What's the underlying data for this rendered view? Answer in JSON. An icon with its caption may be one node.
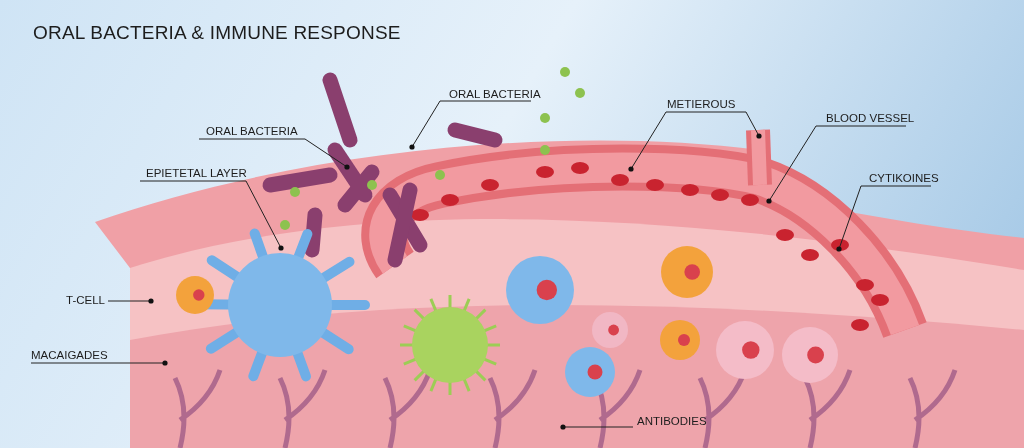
{
  "diagram": {
    "title": "ORAL BACTERIA & IMMUNE RESPONSE",
    "nodes": [
      {
        "text": [
          "ORAL BACTERIA"
        ]
      },
      {
        "text": [
          "ORAL BACTERIA"
        ]
      },
      {
        "text": [
          "EPIETETAL LAYER"
        ]
      },
      {
        "text": [
          "METIEROUS"
        ]
      },
      {
        "text": [
          "BLOOD VESSEL"
        ]
      },
      {
        "text": [
          "CYTIKOINES"
        ]
      },
      {
        "text": [
          "T-CELL"
        ]
      },
      {
        "text": [
          "MACAIGADES"
        ]
      },
      {
        "text": [
          "ANTIBODIES"
        ]
      }
    ],
    "edges": [
      {
        "from": 0,
        "to": null,
        "arrow": "other"
      },
      {
        "from": 1,
        "to": null,
        "arrow": "other"
      },
      {
        "from": 2,
        "to": null,
        "arrow": "other"
      },
      {
        "from": 3,
        "to": null,
        "arrow": "other"
      },
      {
        "from": 3,
        "to": null,
        "arrow": "other"
      },
      {
        "from": 4,
        "to": null,
        "arrow": "other"
      },
      {
        "from": 5,
        "to": null,
        "arrow": "other"
      },
      {
        "from": 6,
        "to": null,
        "arrow": "other"
      },
      {
        "from": 7,
        "to": null,
        "arrow": "other"
      },
      {
        "from": 8,
        "to": null,
        "arrow": "other"
      }
    ]
  }
}
